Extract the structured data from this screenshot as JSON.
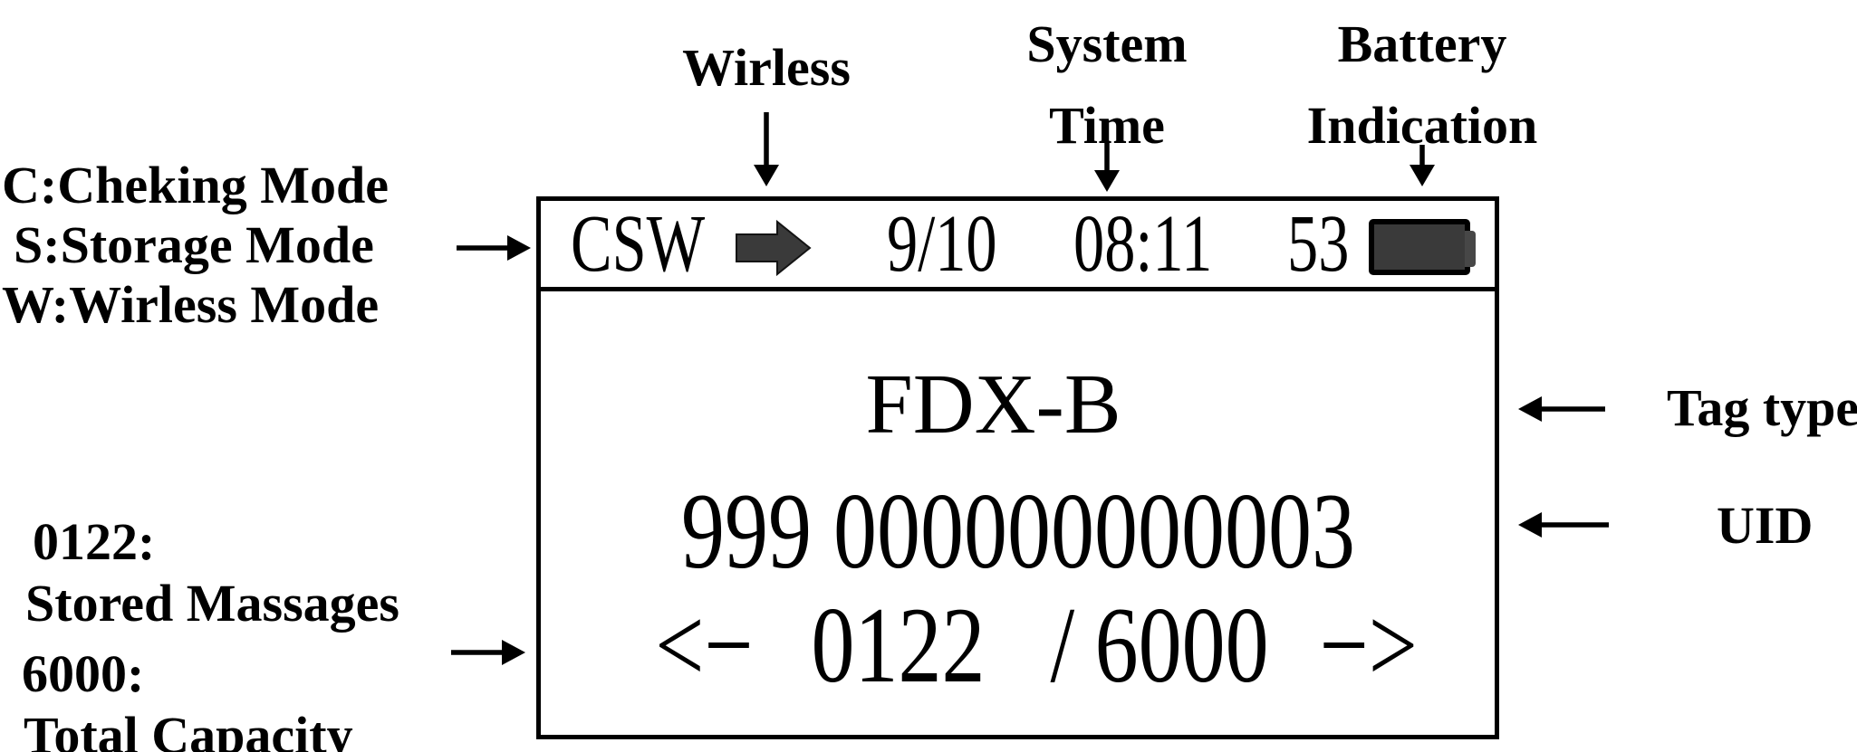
{
  "annotations": {
    "top": {
      "wireless_label": "Wirless",
      "system_time_lines": [
        "System",
        "Time"
      ],
      "battery_lines": [
        "Battery",
        "Indication"
      ]
    },
    "left": {
      "mode_legend_lines": [
        "C:Cheking Mode",
        "S:Storage Mode",
        "W:Wirless Mode"
      ],
      "counter_legend_lines": [
        "0122:",
        "Stored Massages",
        "6000:",
        "Total Capacity"
      ]
    },
    "right": {
      "tag_type_label": "Tag type",
      "uid_label": "UID"
    }
  },
  "display": {
    "status_bar": {
      "modes": "CSW",
      "wireless_icon": "block-right-arrow",
      "date": "9/10",
      "time": "08:11",
      "battery_percent": "53",
      "battery_icon": "battery-full"
    },
    "main": {
      "tag_type": "FDX-B",
      "uid": "999 000000000003",
      "counter": {
        "prev": "<−",
        "current": "0122",
        "separator": "/",
        "total": "6000",
        "next": "−>"
      }
    }
  },
  "colors": {
    "background": "#ffffff",
    "foreground": "#000000",
    "indicator_fill": "#3a3a3a"
  }
}
